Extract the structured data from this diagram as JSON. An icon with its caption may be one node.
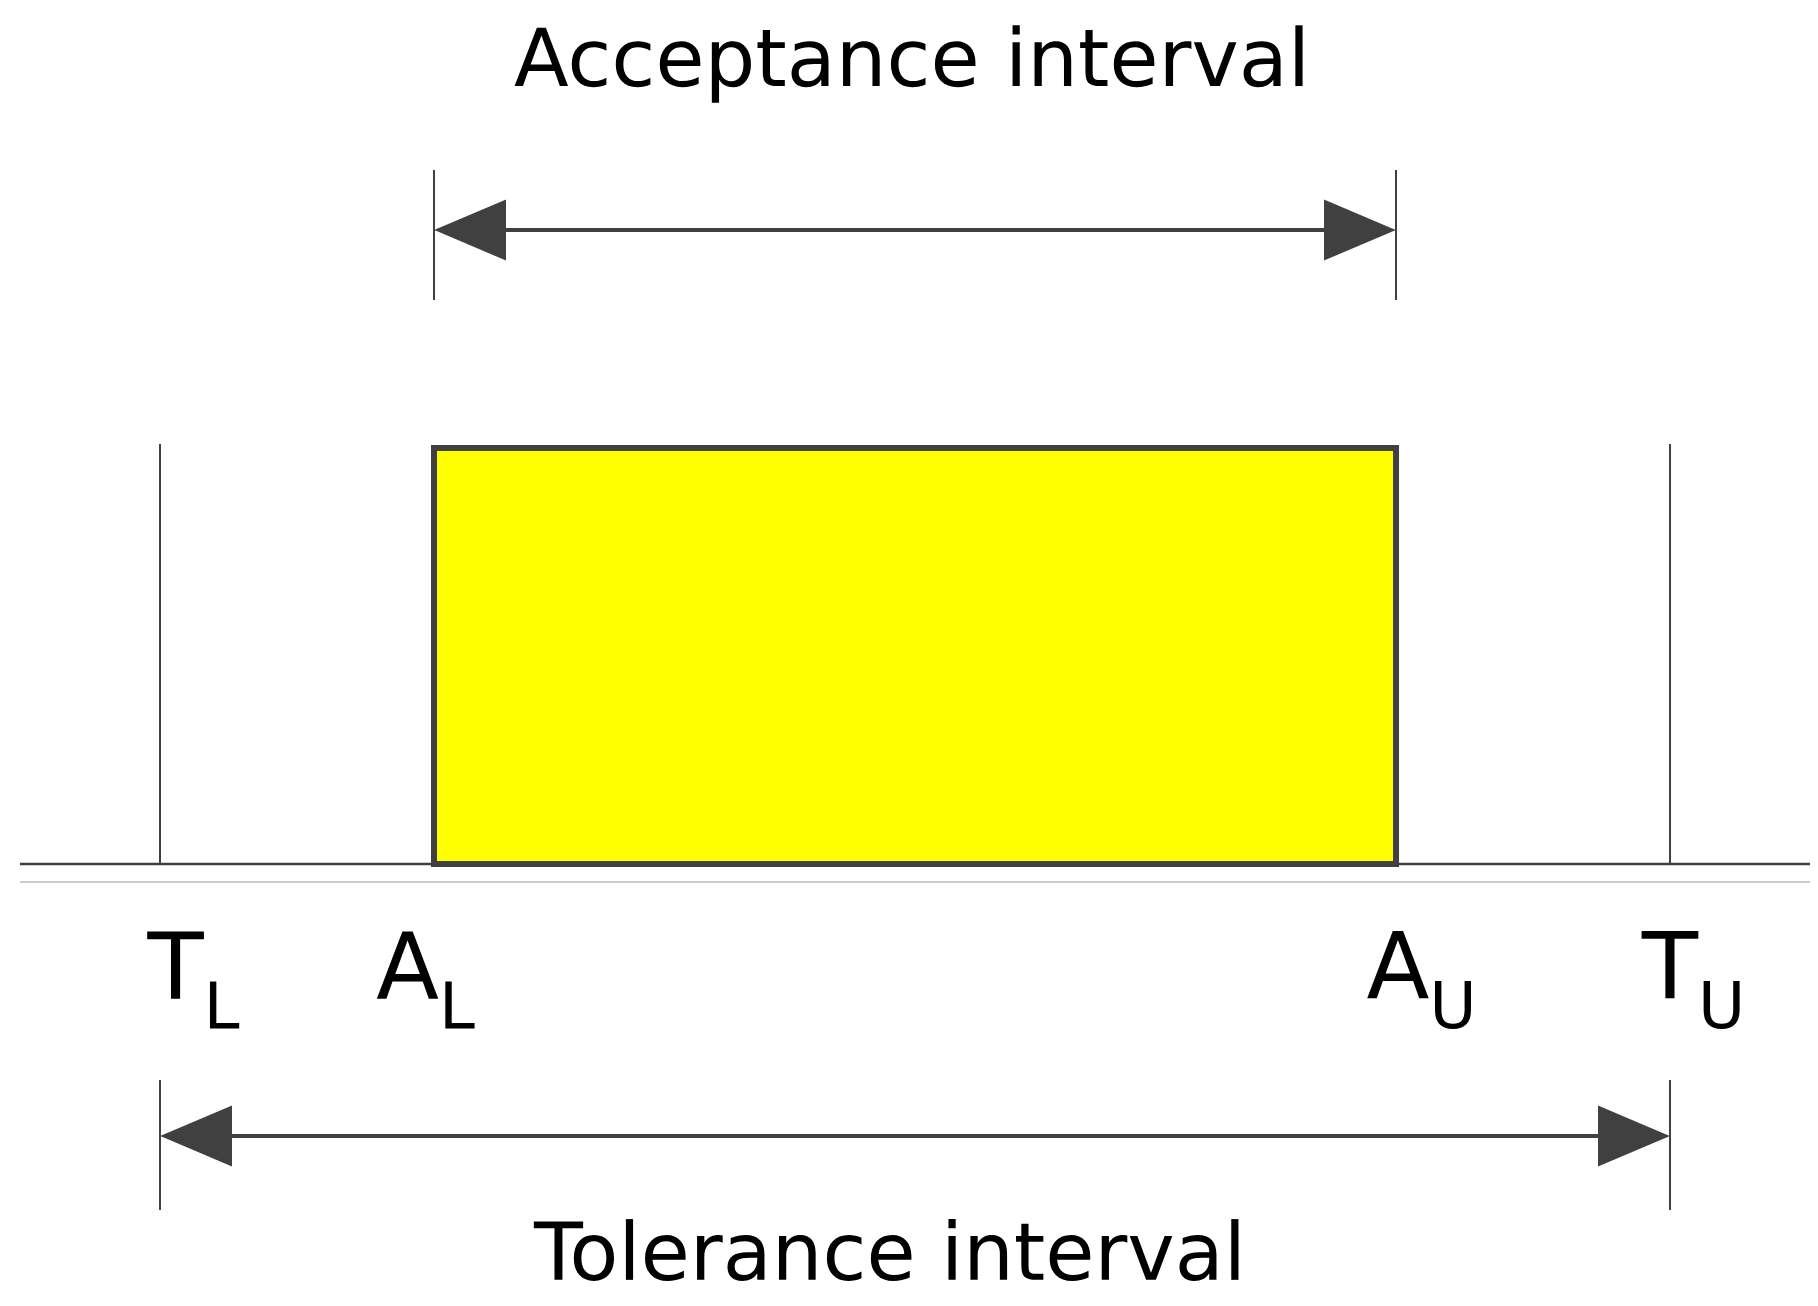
{
  "diagram": {
    "nodes": [
      {
        "text": [],
        "shape": "box"
      }
    ],
    "labels": [
      "Acceptance interval",
      "T$_{L}$",
      "A$_{L}$",
      "A$_{U}$",
      "T$_{U}$",
      "Tolerance interval"
    ]
  }
}
